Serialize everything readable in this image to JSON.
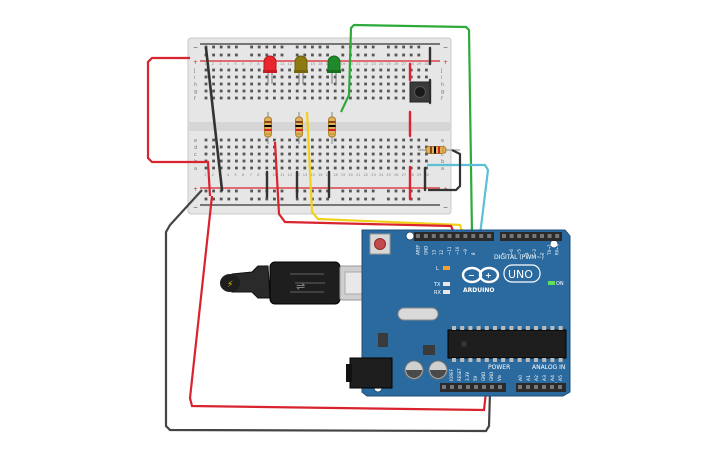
{
  "breadboard": {
    "row_letters_top": [
      "j",
      "i",
      "h",
      "g",
      "f"
    ],
    "row_letters_bottom": [
      "e",
      "d",
      "c",
      "b",
      "a"
    ],
    "rail_plus": "+",
    "rail_minus": "−",
    "column_numbers_top": [
      "1",
      "2",
      "3",
      "4",
      "5",
      "6",
      "7",
      "8",
      "9",
      "10",
      "11",
      "12",
      "13",
      "14",
      "15",
      "16",
      "17",
      "18",
      "19",
      "20",
      "21",
      "22",
      "23",
      "24",
      "25",
      "26",
      "27",
      "28",
      "29",
      "30"
    ]
  },
  "arduino": {
    "brand": "ARDUINO",
    "model": "UNO",
    "digital_label": "DIGITAL (PWM~)",
    "analog_label": "ANALOG IN",
    "power_label": "POWER",
    "on_label": "ON",
    "tx_label": "TX",
    "rx_label": "RX",
    "l_label": "L",
    "aref_label": "AREF",
    "gnd_label": "GND",
    "digital_pins": [
      "13",
      "12",
      "~11",
      "~10",
      "~9",
      "8",
      "7",
      "~6",
      "~5",
      "4",
      "~3",
      "2",
      "TX→1",
      "RX←0"
    ],
    "power_pins": [
      "IOREF",
      "RESET",
      "3.3V",
      "5V",
      "GND",
      "GND",
      "Vin"
    ],
    "analog_pins": [
      "A0",
      "A1",
      "A2",
      "A3",
      "A4",
      "A5"
    ]
  },
  "components": {
    "leds": [
      {
        "name": "red-led",
        "color": "#e8262b"
      },
      {
        "name": "yellow-led",
        "color": "#8c7a12"
      },
      {
        "name": "green-led",
        "color": "#1f8a2a"
      }
    ],
    "wire_colors": {
      "red": "#d9232e",
      "black": "#333333",
      "green": "#2eaa3a",
      "yellow": "#f2d11c",
      "cyan": "#5bbfd6",
      "dark": "#444444"
    },
    "board_color": "#2b6a9e"
  }
}
